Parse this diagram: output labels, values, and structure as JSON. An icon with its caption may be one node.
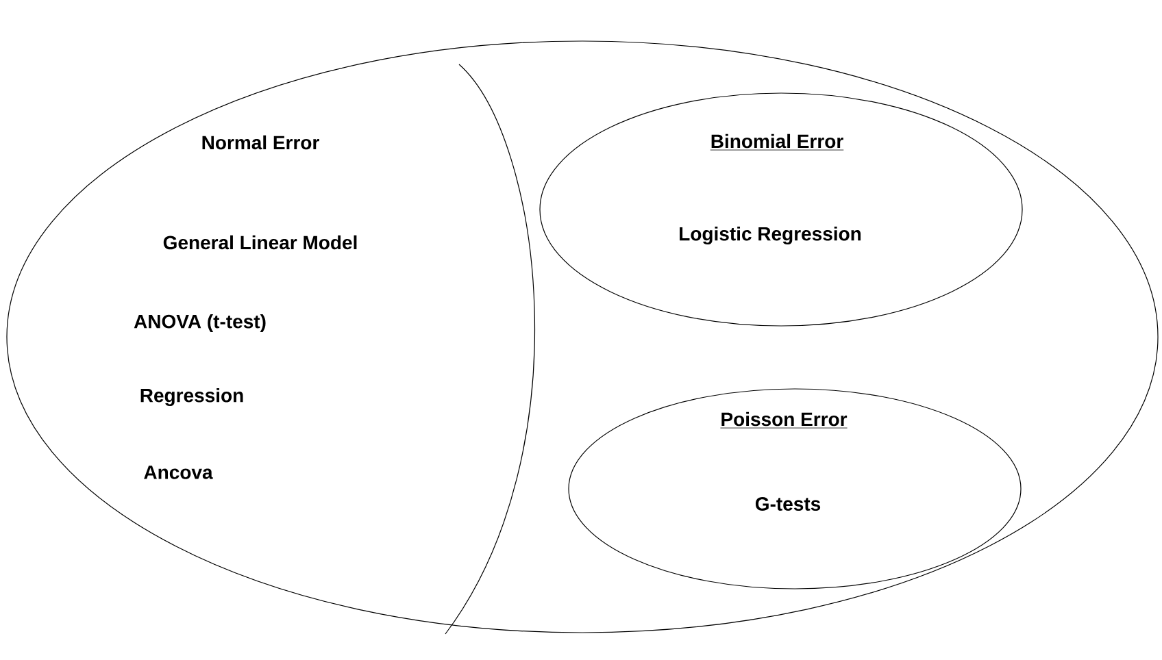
{
  "diagram": {
    "nodes": [
      {
        "text": [],
        "shape": "ellipse"
      },
      {
        "text": [
          "Normal Error",
          "General Linear Model",
          "ANOVA (t-test)",
          "Regression",
          "Ancova"
        ],
        "in": 0
      },
      {
        "text": [
          "Binomial Error",
          "Logistic Regression"
        ],
        "in": 0
      },
      {
        "text": [
          "Poisson Error",
          "G-tests"
        ],
        "in": 0
      }
    ]
  }
}
